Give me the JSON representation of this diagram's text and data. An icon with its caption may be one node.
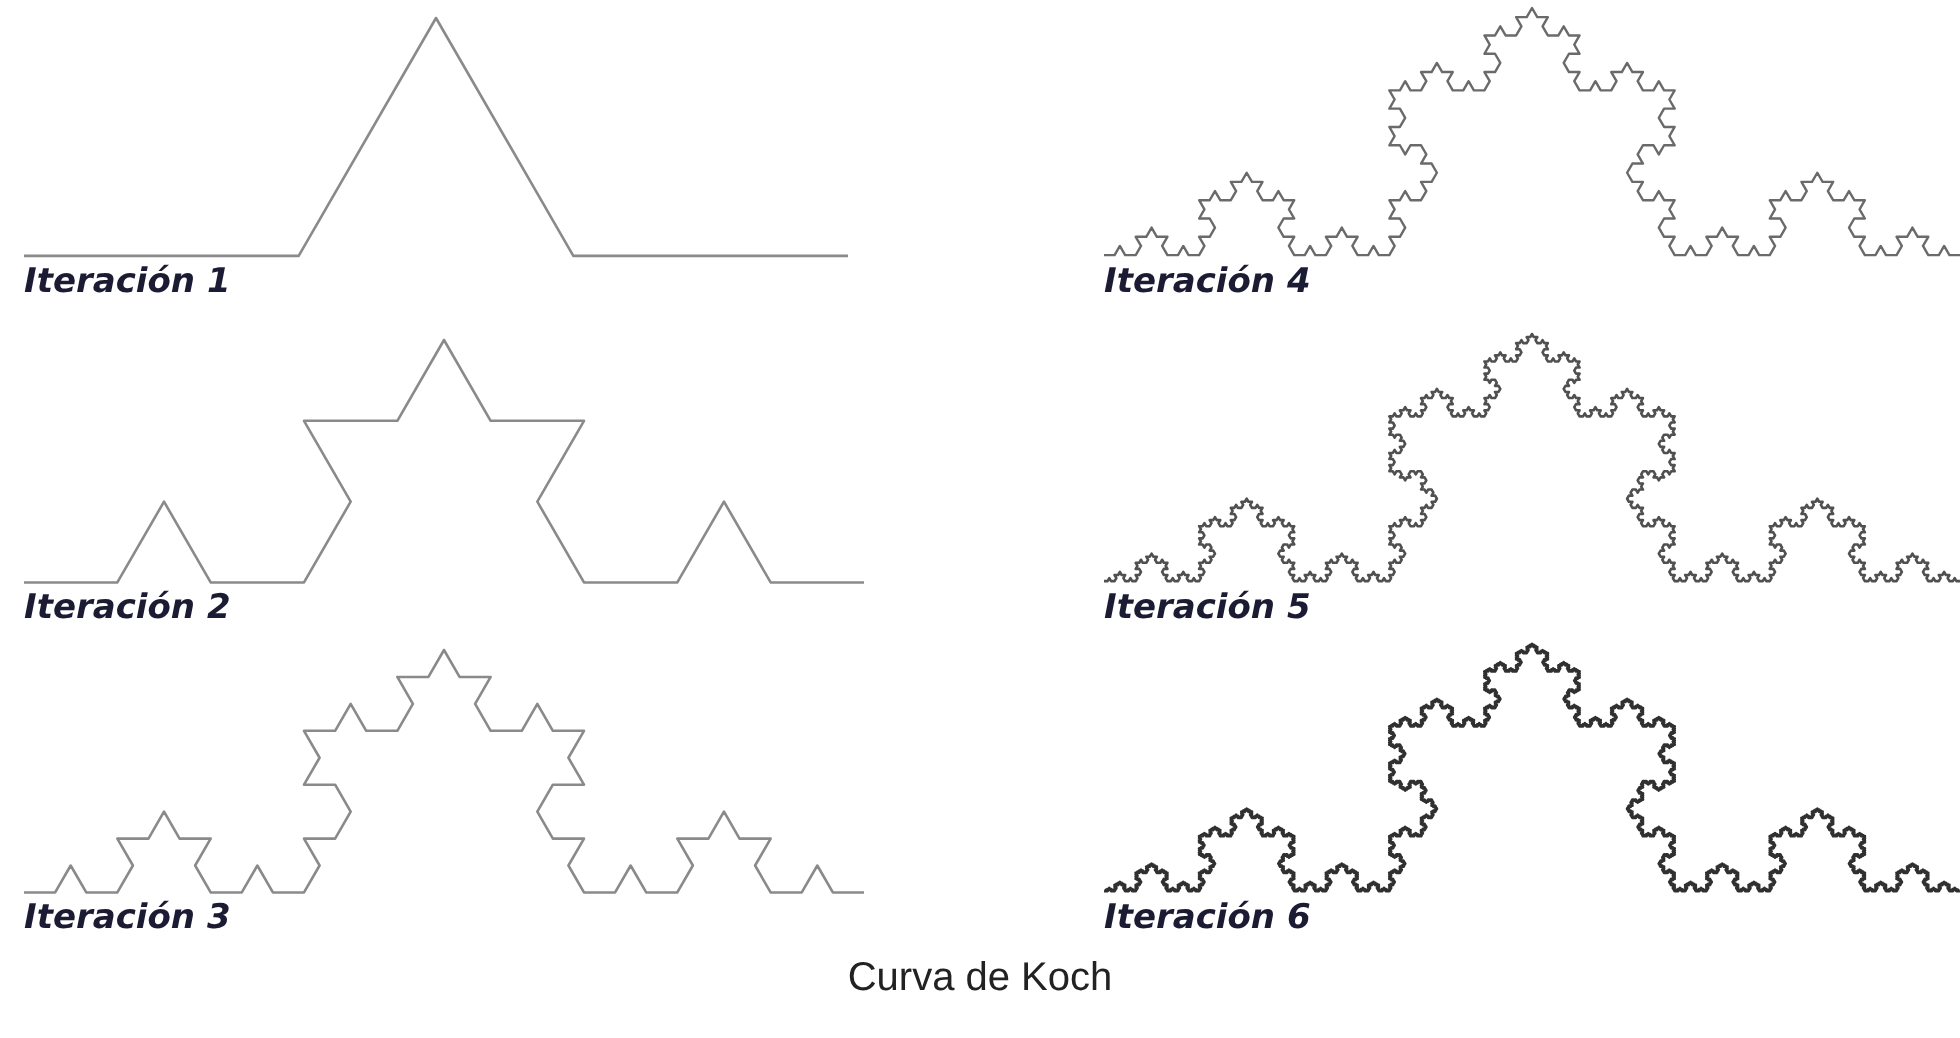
{
  "diagram": {
    "caption": "Curva de Koch",
    "labels": [
      "Iteración 1",
      "Iteración 2",
      "Iteración 3",
      "Iteración 4",
      "Iteración 5",
      "Iteración 6"
    ]
  }
}
